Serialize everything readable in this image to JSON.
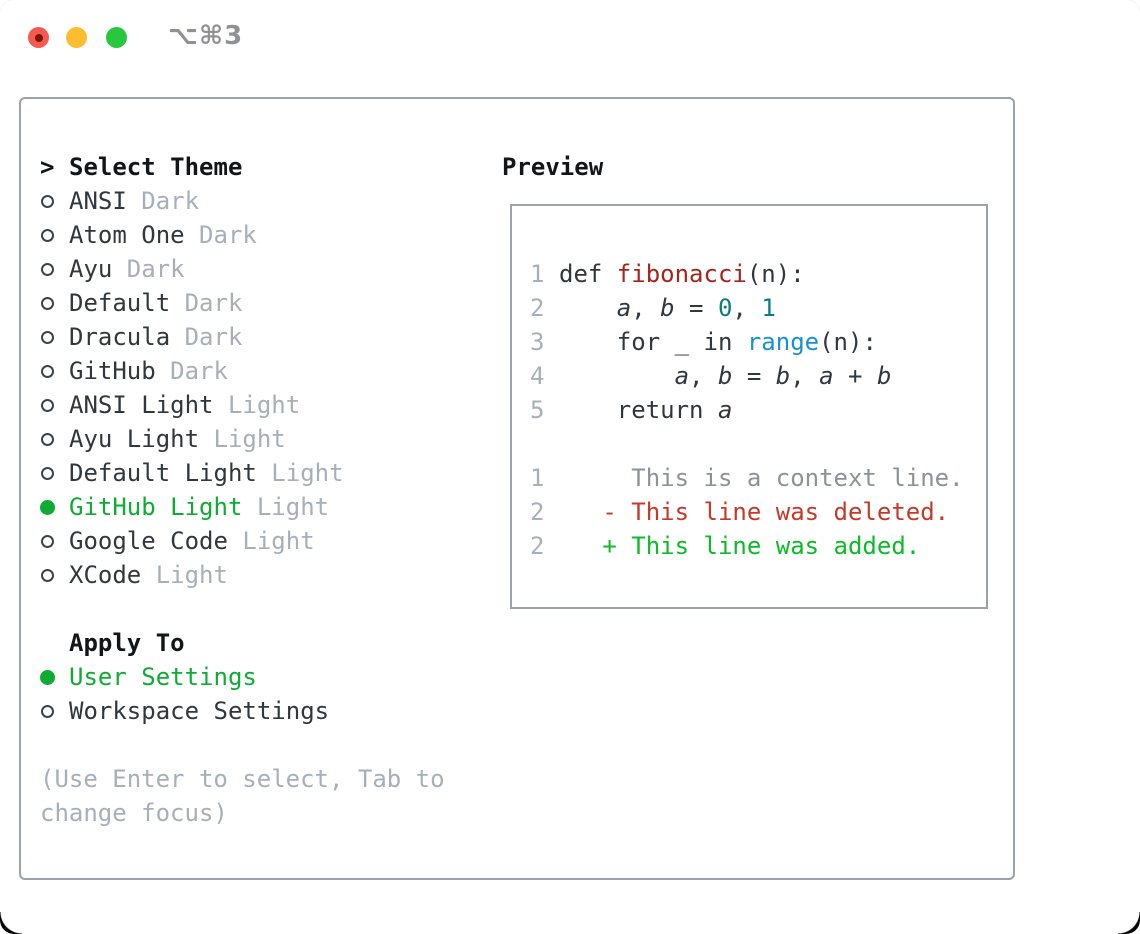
{
  "window": {
    "title": "⌥⌘3",
    "traffic_lights": [
      "close",
      "minimize",
      "zoom"
    ]
  },
  "colors": {
    "text_primary": "#30373d",
    "text_heading": "#121619",
    "text_muted": "#a7afba",
    "selection_green": "#0eac33",
    "diff_added_green": "#0cbb28",
    "diff_deleted_red": "#c43a28",
    "diff_context_gray": "#8b929b",
    "code_function_red": "#a5251d",
    "code_number_teal": "#0b7d85",
    "code_builtin_blue": "#1a91cf",
    "panel_border": "#99a2ad",
    "titlebar_title_gray": "#909196",
    "traffic_red": "#f6594f",
    "traffic_red_dot": "#7c140a",
    "traffic_yellow": "#fdbd30",
    "traffic_green": "#27c83f"
  },
  "theme_picker": {
    "heading_marker": ">",
    "heading": "Select Theme",
    "items": [
      {
        "name": "ANSI",
        "variant": "Dark",
        "selected": false
      },
      {
        "name": "Atom One",
        "variant": "Dark",
        "selected": false
      },
      {
        "name": "Ayu",
        "variant": "Dark",
        "selected": false
      },
      {
        "name": "Default",
        "variant": "Dark",
        "selected": false
      },
      {
        "name": "Dracula",
        "variant": "Dark",
        "selected": false
      },
      {
        "name": "GitHub",
        "variant": "Dark",
        "selected": false
      },
      {
        "name": "ANSI Light",
        "variant": "Light",
        "selected": false
      },
      {
        "name": "Ayu Light",
        "variant": "Light",
        "selected": false
      },
      {
        "name": "Default Light",
        "variant": "Light",
        "selected": false
      },
      {
        "name": "GitHub Light",
        "variant": "Light",
        "selected": true
      },
      {
        "name": "Google Code",
        "variant": "Light",
        "selected": false
      },
      {
        "name": "XCode",
        "variant": "Light",
        "selected": false
      }
    ]
  },
  "apply_to": {
    "heading": "Apply To",
    "options": [
      {
        "label": "User Settings",
        "selected": true
      },
      {
        "label": "Workspace Settings",
        "selected": false
      }
    ]
  },
  "help": {
    "lines": [
      "(Use Enter to select, Tab to",
      "change focus)"
    ]
  },
  "preview": {
    "heading": "Preview",
    "lines": [
      {
        "num": "1",
        "tokens": [
          [
            "def ",
            "plain"
          ],
          [
            "fibonacci",
            "func"
          ],
          [
            "(n):",
            "plain"
          ]
        ]
      },
      {
        "num": "2",
        "tokens": [
          [
            "    ",
            "plain"
          ],
          [
            "a",
            "var"
          ],
          [
            ", ",
            "plain"
          ],
          [
            "b",
            "var"
          ],
          [
            " = ",
            "plain"
          ],
          [
            "0",
            "num"
          ],
          [
            ", ",
            "plain"
          ],
          [
            "1",
            "num"
          ]
        ]
      },
      {
        "num": "3",
        "tokens": [
          [
            "    for _ in ",
            "plain"
          ],
          [
            "range",
            "builtin"
          ],
          [
            "(n):",
            "plain"
          ]
        ]
      },
      {
        "num": "4",
        "tokens": [
          [
            "        ",
            "plain"
          ],
          [
            "a",
            "var"
          ],
          [
            ", ",
            "plain"
          ],
          [
            "b",
            "var"
          ],
          [
            " = ",
            "plain"
          ],
          [
            "b",
            "var"
          ],
          [
            ", ",
            "plain"
          ],
          [
            "a",
            "var"
          ],
          [
            " + ",
            "plain"
          ],
          [
            "b",
            "var"
          ]
        ]
      },
      {
        "num": "5",
        "tokens": [
          [
            "    return ",
            "plain"
          ],
          [
            "a",
            "var"
          ]
        ]
      },
      {
        "num": "",
        "tokens": []
      },
      {
        "num": "1",
        "tokens": [
          [
            "     This is a context line.",
            "context"
          ]
        ]
      },
      {
        "num": "2",
        "tokens": [
          [
            "   - This line was deleted.",
            "deleted"
          ]
        ]
      },
      {
        "num": "2",
        "tokens": [
          [
            "   + This line was added.",
            "added"
          ]
        ]
      }
    ]
  }
}
